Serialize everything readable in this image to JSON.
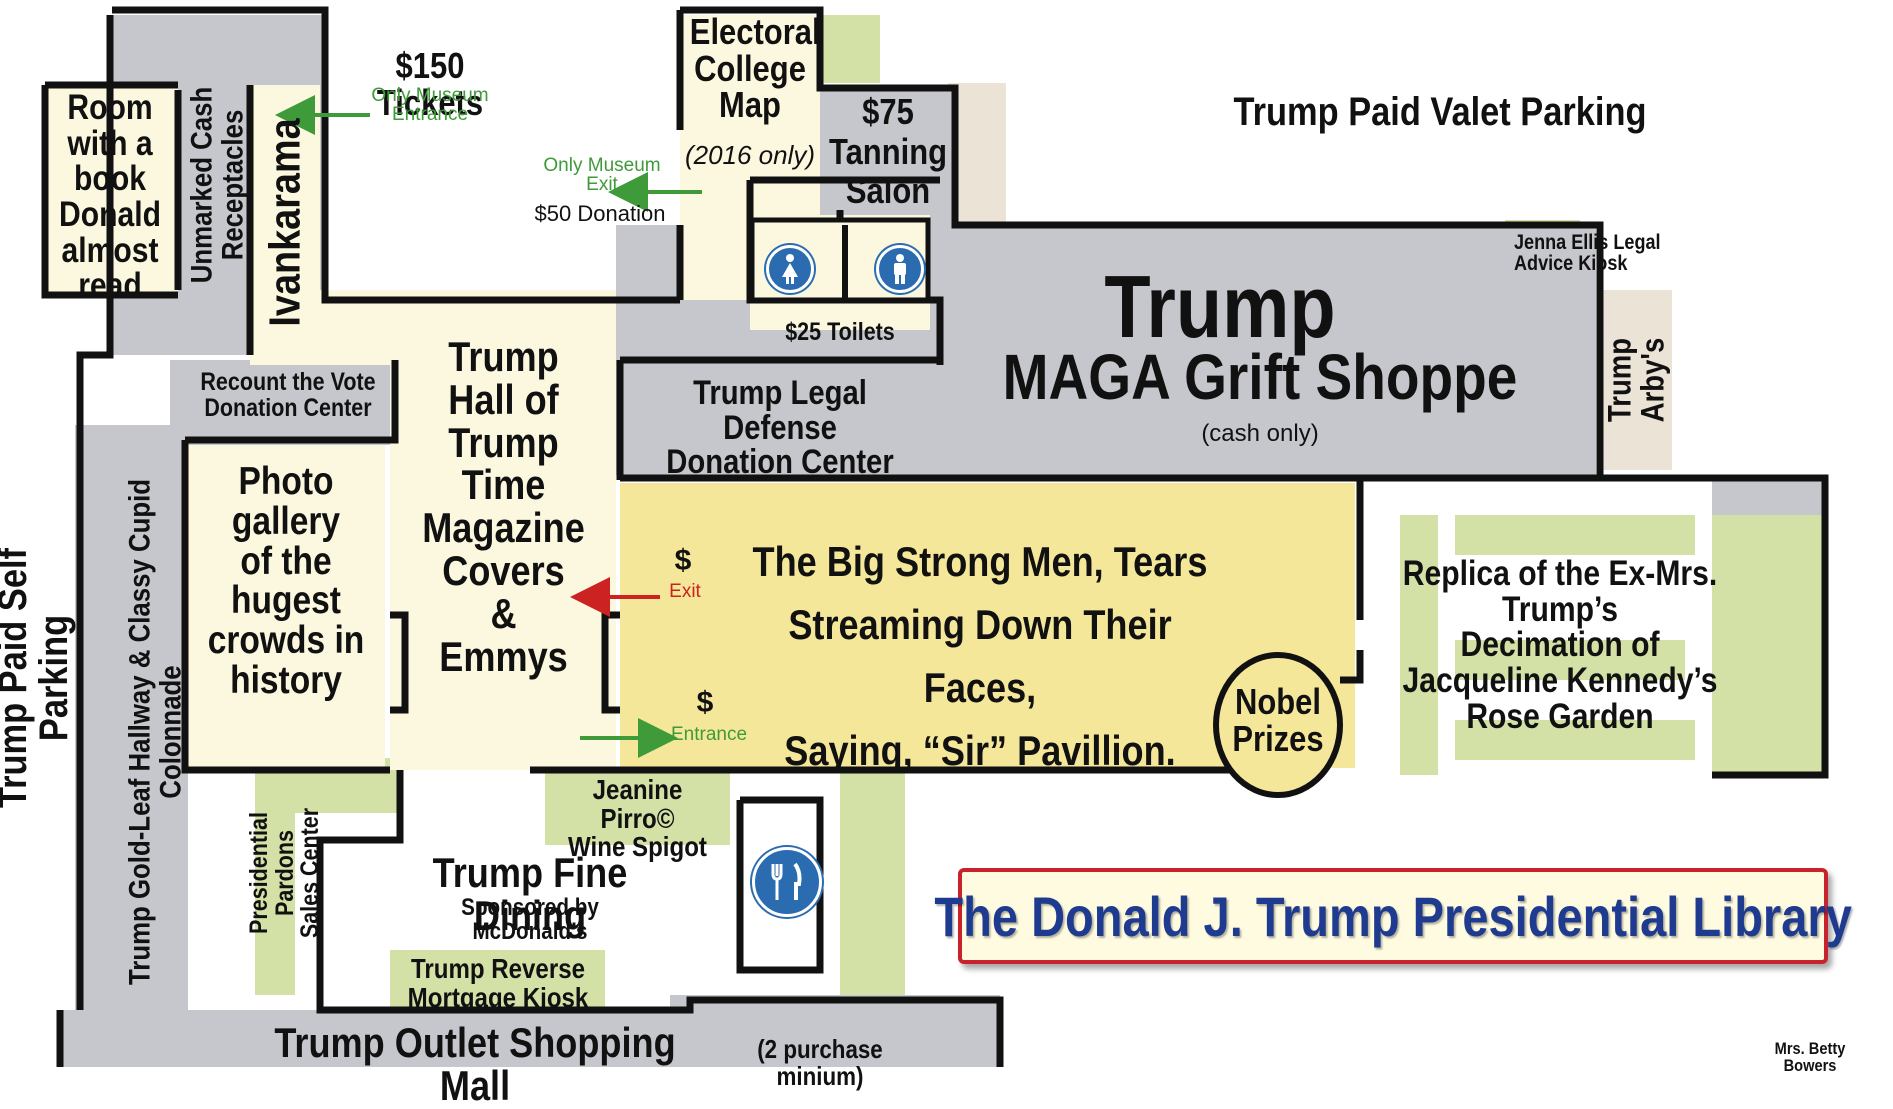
{
  "map": {
    "rooms": {
      "room_book": "Room\nwith a\nbook\nDonald\nalmost\nread",
      "cash_receptacles": "Unmarked Cash Receptacles",
      "tickets_title": "$150 Tickets",
      "tickets_note": "Only Museum\nEntrance",
      "ivankarama": "Ivankarama",
      "electoral_map": "Electoral\nCollege\nMap",
      "electoral_note": "(2016 only)",
      "tanning_salon": "$75\nTanning\nSalon",
      "exit_note": "Only Museum\nExit",
      "exit_donation": "$50 Donation",
      "toilets": "$25 Toilets",
      "valet_parking": "Trump Paid Valet Parking",
      "jenna_kiosk": "Jenna Ellis Legal\nAdvice Kiosk",
      "grift_shoppe_1": "Trump",
      "grift_shoppe_2": "MAGA Grift Shoppe",
      "grift_shoppe_note": "(cash only)",
      "arbys": "Trump\nArby's",
      "legal_defense": "Trump Legal Defense\nDonation Center",
      "hall_of_trump": "Trump\nHall of\nTrump\nTime\nMagazine\nCovers\n&\nEmmys",
      "recount_center": "Recount the Vote\nDonation Center",
      "photo_gallery": "Photo\ngallery\nof the\nhugest\ncrowds in\nhistory",
      "self_parking": "Trump Paid Self Parking",
      "colonnade": "Trump Gold-Leaf Hallway & Classy Cupid Colonnade",
      "big_strong_men": "The Big Strong Men, Tears\nStreaming Down Their Faces,\nSaying, “Sir” Pavillion.",
      "pavillion_exit_symbol": "$",
      "pavillion_exit_label": "Exit",
      "pavillion_entrance_symbol": "$",
      "pavillion_entrance_label": "Entrance",
      "nobel_prizes": "Nobel\nPrizes",
      "rose_garden": "Replica of the Ex-Mrs. Trump’s\nDecimation of\nJacqueline Kennedy’s\nRose Garden",
      "pardons_center": "Presidential Pardons\nSales Center",
      "wine_spigot": "Jeanine Pirro©\nWine Spigot",
      "fine_dining": "Trump Fine Dining",
      "fine_dining_note": "Sponsored by McDonald’s",
      "mortgage_kiosk": "Trump Reverse\nMortgage Kiosk",
      "outlet_mall": "Trump Outlet Shopping Mall",
      "outlet_mall_note": "(2 purchase minium)"
    },
    "title": "The Donald J. Trump Presidential Library",
    "credit": "Mrs. Betty Bowers",
    "icons": {
      "women_restroom": "woman-restroom-icon",
      "men_restroom": "man-restroom-icon",
      "dining": "fork-knife-icon"
    },
    "colors": {
      "wall": "#111111",
      "corridor": "#fbf8df",
      "grey_room": "#c5c7cc",
      "green_zone": "#d3e0a6",
      "pavillion": "#f5e79a",
      "beige": "#ece3d7",
      "arrow_green": "#3f9a3a",
      "arrow_red": "#cc2222",
      "icon_blue": "#2b6cb0",
      "title_text": "#1f3b8f",
      "title_border": "#c8232c"
    }
  }
}
